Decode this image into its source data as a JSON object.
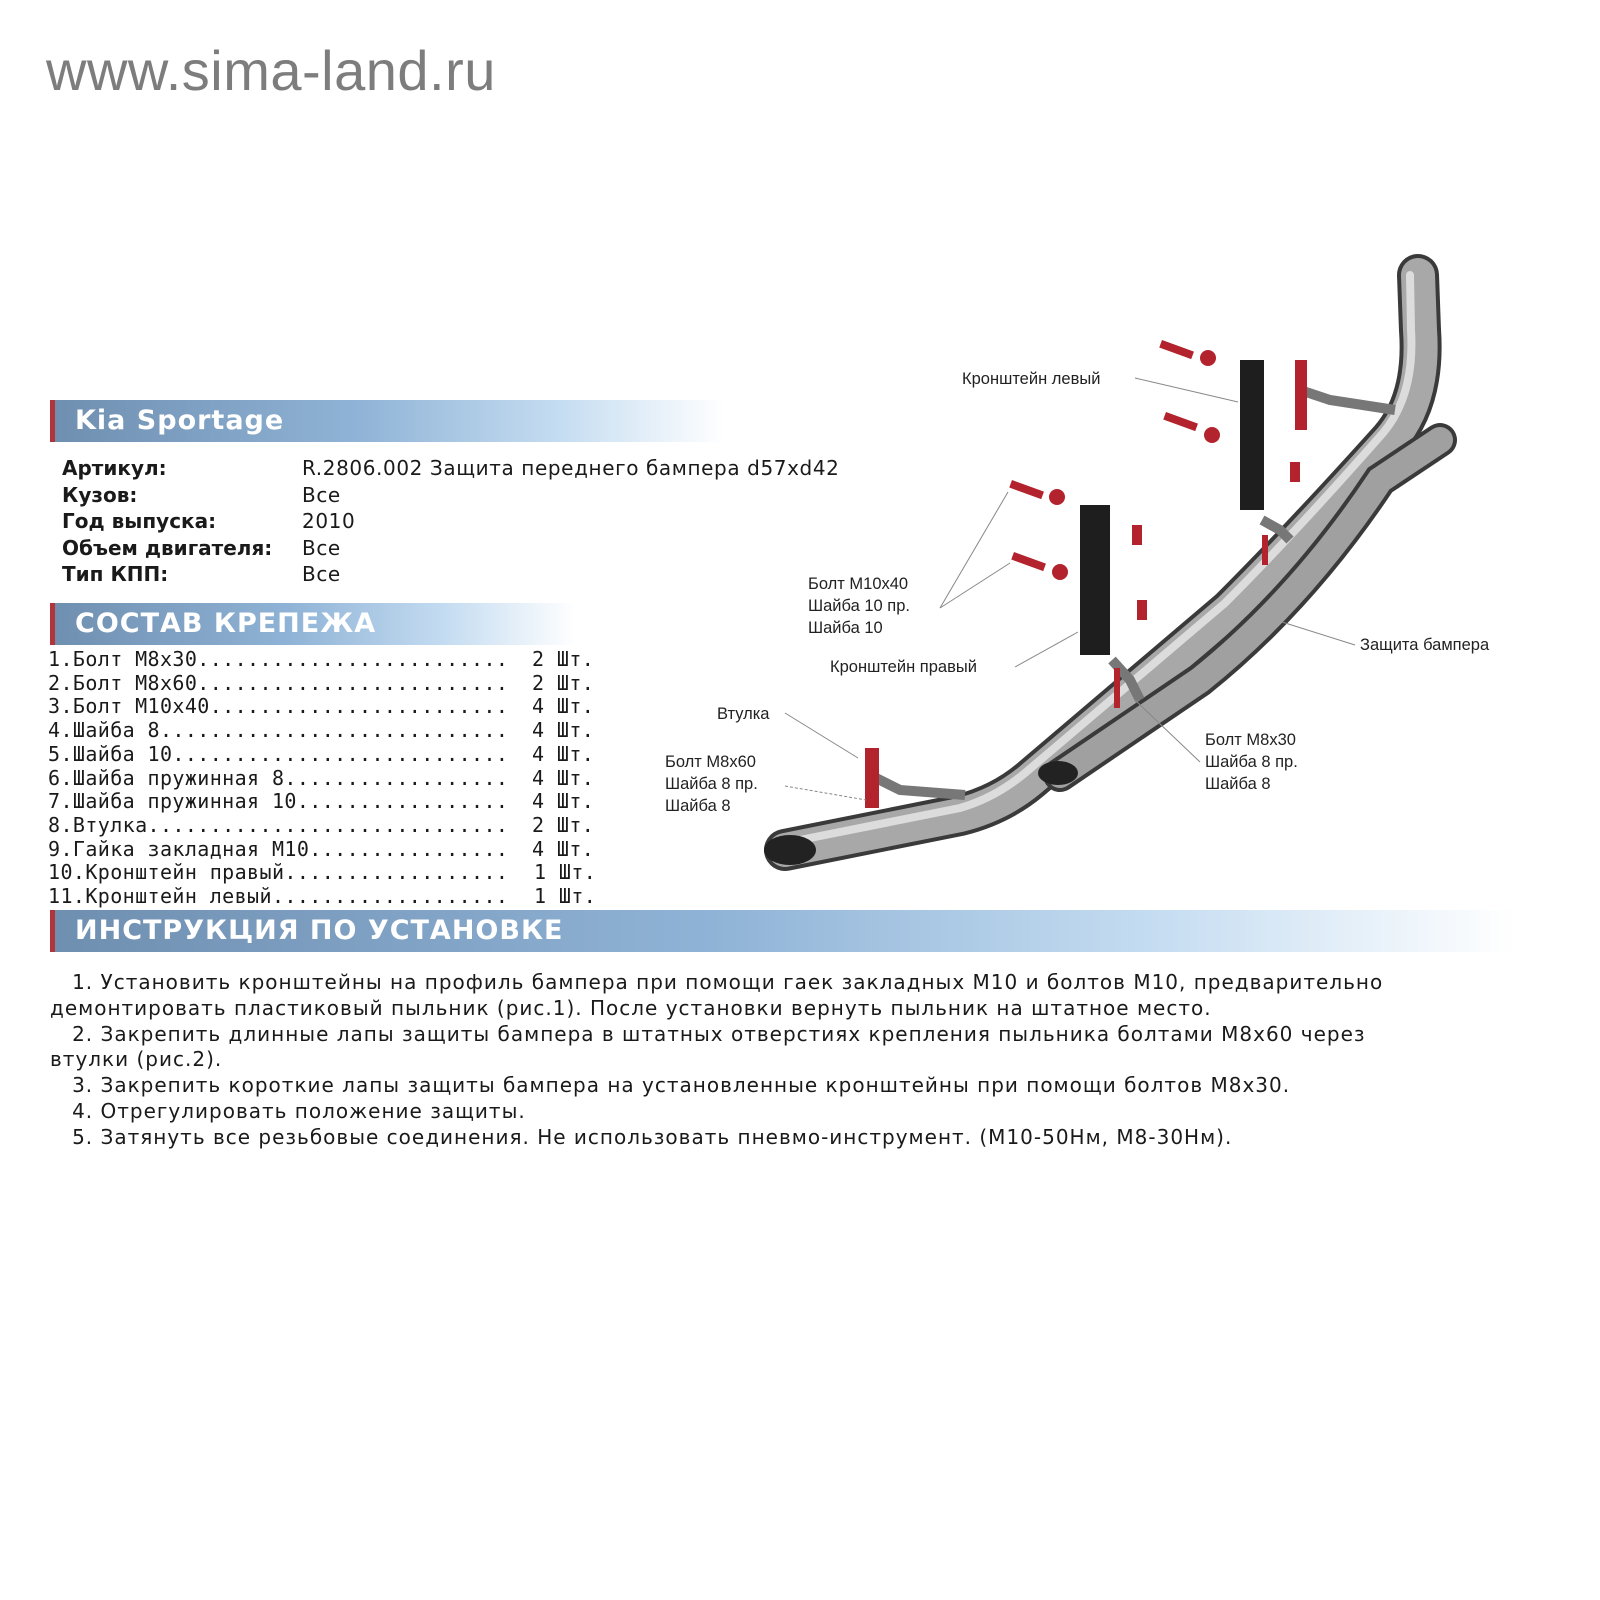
{
  "site": "www.sima-land.ru",
  "header_model": "Kia Sportage",
  "specs": [
    {
      "label": "Артикул:",
      "value": "R.2806.002 Защита переднего бампера d57xd42"
    },
    {
      "label": "Кузов:",
      "value": "Все"
    },
    {
      "label": "Год выпуска:",
      "value": "2010"
    },
    {
      "label": "Объем двигателя:",
      "value": "Все"
    },
    {
      "label": "Тип КПП:",
      "value": "Все"
    }
  ],
  "header_parts": "СОСТАВ КРЕПЕЖА",
  "parts": [
    {
      "name": "1.Болт М8х30",
      "qty": "2 Шт."
    },
    {
      "name": "2.Болт М8х60",
      "qty": "2 Шт."
    },
    {
      "name": "3.Болт М10х40",
      "qty": "4 Шт."
    },
    {
      "name": "4.Шайба 8",
      "qty": "4 Шт."
    },
    {
      "name": "5.Шайба 10",
      "qty": "4 Шт."
    },
    {
      "name": "6.Шайба пружинная 8",
      "qty": "4 Шт."
    },
    {
      "name": "7.Шайба пружинная 10",
      "qty": "4 Шт."
    },
    {
      "name": "8.Втулка",
      "qty": "2 Шт."
    },
    {
      "name": "9.Гайка закладная М10",
      "qty": "4 Шт."
    },
    {
      "name": "10.Кронштейн правый",
      "qty": "1 Шт."
    },
    {
      "name": "11.Кронштейн левый",
      "qty": "1 Шт."
    }
  ],
  "header_instructions": "ИНСТРУКЦИЯ ПО УСТАНОВКЕ",
  "instructions": [
    "   1. Установить кронштейны на профиль бампера при помощи гаек закладных М10 и болтов М10, предварительно",
    "демонтировать пластиковый пыльник (рис.1). После установки вернуть пыльник на штатное место.",
    "   2. Закрепить длинные лапы защиты бампера в штатных отверстиях крепления пыльника болтами М8х60 через",
    "втулки (рис.2).",
    "   3. Закрепить короткие лапы защиты бампера на установленные кронштейны при помощи болтов М8х30.",
    "   4. Отрегулировать положение защиты.",
    "   5. Затянуть все резьбовые соединения. Не использовать пневмо-инструмент. (М10-50Нм, М8-30Нм)."
  ],
  "diagram": {
    "bracket_left": "Кронштейн левый",
    "bolt_m10": [
      "Болт М10х40",
      "Шайба 10 пр.",
      "Шайба 10"
    ],
    "bracket_right": "Кронштейн правый",
    "bumper": "Защита бампера",
    "bushing": "Втулка",
    "bolt_m8x60": [
      "Болт М8х60",
      "Шайба 8 пр.",
      "Шайба 8"
    ],
    "bolt_m8x30": [
      "Болт М8х30",
      "Шайба 8 пр.",
      "Шайба 8"
    ]
  }
}
